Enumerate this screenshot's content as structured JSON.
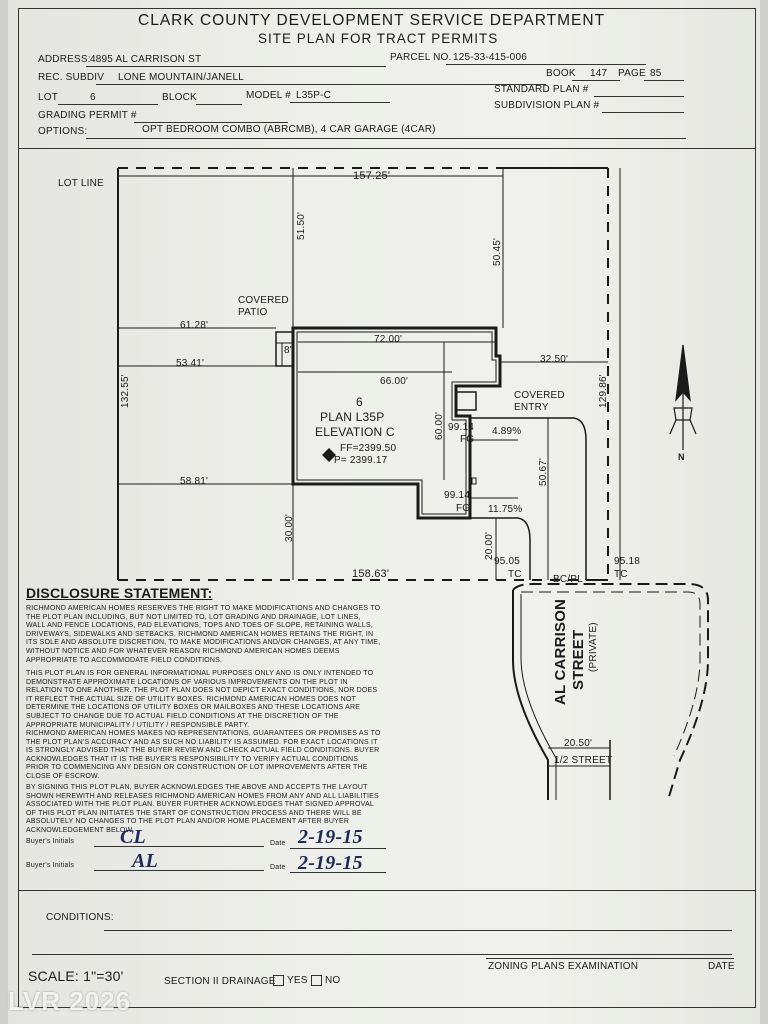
{
  "header": {
    "title_line1": "CLARK COUNTY DEVELOPMENT SERVICE DEPARTMENT",
    "title_line2": "SITE PLAN FOR TRACT PERMITS",
    "address_label": "ADDRESS:",
    "address_value": "4895 AL CARRISON ST",
    "parcel_label": "PARCEL NO.",
    "parcel_value": "125-33-415-006",
    "rec_subdiv_label": "REC. SUBDIV",
    "rec_subdiv_value": "LONE MOUNTAIN/JANELL",
    "book_label": "BOOK",
    "book_value": "147",
    "page_label": "PAGE",
    "page_value": "85",
    "lot_label": "LOT",
    "lot_value": "6",
    "block_label": "BLOCK",
    "model_label": "MODEL #",
    "model_value": "L35P-C",
    "standard_plan_label": "STANDARD PLAN #",
    "grading_permit_label": "GRADING PERMIT #",
    "subdivision_plan_label": "SUBDIVISION PLAN #",
    "options_label": "OPTIONS:",
    "options_value": "OPT BEDROOM COMBO (ABRCMB), 4 CAR GARAGE (4CAR)"
  },
  "plan": {
    "lot_line": "LOT LINE",
    "dim_top": "157.25'",
    "dim_51": "51.50'",
    "dim_50": "50.45'",
    "covered_patio": [
      "COVERED",
      "PATIO"
    ],
    "dim_61": "61.28'",
    "dim_8": "8'",
    "dim_72": "72.00'",
    "dim_53": "53.41'",
    "dim_66": "66.00'",
    "dim_32": "32.50'",
    "dim_132": "132.55'",
    "dim_129": "129.86'",
    "covered_entry": [
      "COVERED",
      "ENTRY"
    ],
    "lot_no": "6",
    "plan_name": "PLAN L35P",
    "elevation": "ELEVATION C",
    "ff": "FF=2399.50",
    "p": "P= 2399.17",
    "dim_60": "60.00'",
    "fg_upper_val": "99.14",
    "fg_upper": "FG",
    "slope_upper": "4.89%",
    "dim_58": "58.81'",
    "dim_50_67": "50.67'",
    "fg_lower_val": "99.14",
    "fg_lower": "FG",
    "slope_lower": "11.75%",
    "dim_30": "30.00'",
    "dim_20": "20.00'",
    "tc_left_val": "95.05",
    "tc_left": "TC",
    "tc_right_val": "95.18",
    "tc_right": "TC",
    "dim_bottom": "158.63'",
    "bcpl": "BC/PL",
    "street_name1": "AL CARRISON",
    "street_name2": "STREET",
    "street_private": "(PRIVATE)",
    "half_street_dim": "20.50'",
    "half_street": "1/2 STREET"
  },
  "disclosure": {
    "heading": "DISCLOSURE STATEMENT:",
    "p1": "RICHMOND AMERICAN HOMES RESERVES THE RIGHT TO MAKE MODIFICATIONS AND CHANGES TO THE PLOT PLAN INCLUDING, BUT NOT LIMITED TO, LOT GRADING AND DRAINAGE, LOT LINES, WALL AND FENCE LOCATIONS, PAD ELEVATIONS, TOPS AND TOES OF SLOPE, RETAINING WALLS, DRIVEWAYS, SIDEWALKS AND SETBACKS. RICHMOND AMERICAN HOMES RETAINS THE RIGHT, IN ITS SOLE AND ABSOLUTE DISCRETION, TO MAKE MODIFICATIONS AND/OR CHANGES, AT ANY TIME, WITHOUT NOTICE AND FOR WHATEVER REASON RICHMOND AMERICAN HOMES DEEMS APPROPRIATE TO ACCOMMODATE FIELD CONDITIONS.",
    "p2": "THIS PLOT PLAN IS FOR GENERAL INFORMATIONAL PURPOSES ONLY AND IS ONLY INTENDED TO DEMONSTRATE APPROXIMATE LOCATIONS OF VARIOUS IMPROVEMENTS ON THE PLOT IN RELATION TO ONE ANOTHER. THE PLOT PLAN DOES NOT DEPICT EXACT CONDITIONS, NOR DOES IT REFLECT THE ACTUAL SIZE OF UTILITY BOXES. RICHMOND AMERICAN HOMES DOES NOT DETERMINE THE LOCATIONS OF UTILITY BOXES OR MAILBOXES AND THESE LOCATIONS ARE SUBJECT TO CHANGE DUE TO ACTUAL FIELD CONDITIONS AT THE DISCRETION OF THE APPROPRIATE MUNICIPALITY / UTILITY / RESPONSIBLE PARTY.",
    "p3": "RICHMOND AMERICAN HOMES MAKES NO REPRESENTATIONS, GUARANTEES OR PROMISES AS TO THE PLOT PLAN'S ACCURACY AND AS SUCH NO LIABILITY IS ASSUMED. FOR EXACT LOCATIONS IT IS STRONGLY ADVISED THAT THE BUYER REVIEW AND CHECK ACTUAL FIELD CONDITIONS. BUYER ACKNOWLEDGES THAT IT IS THE BUYER'S RESPONSIBILITY TO VERIFY ACTUAL CONDITIONS PRIOR TO COMMENCING ANY DESIGN OR CONSTRUCTION OF LOT IMPROVEMENTS AFTER THE CLOSE OF ESCROW.",
    "p4": "BY SIGNING THIS PLOT PLAN, BUYER ACKNOWLEDGES THE ABOVE AND ACCEPTS THE LAYOUT SHOWN HEREWITH AND RELEASES RICHMOND AMERICAN HOMES FROM ANY AND ALL LIABILITIES ASSOCIATED WITH THE PLOT PLAN. BUYER FURTHER ACKNOWLEDGES THAT SIGNED APPROVAL OF THIS PLOT PLAN INITIATES THE START OF CONSTRUCTION PROCESS AND THERE WILL BE ABSOLUTELY NO CHANGES TO THE PLOT PLAN AND/OR HOME PLACEMENT AFTER BUYER ACKNOWLEDGEMENT BELOW.",
    "buyer_initials_label": "Buyer's Initials",
    "date_label": "Date",
    "initials1": "CL",
    "date1": "2-19-15",
    "initials2": "AL",
    "date2": "2-19-15"
  },
  "footer": {
    "conditions_label": "CONDITIONS:",
    "scale": "SCALE:  1\"=30'",
    "drainage": "SECTION II DRAINAGE",
    "yes": "YES",
    "no": "NO",
    "zoning": "ZONING PLANS EXAMINATION",
    "date": "DATE"
  },
  "north_label": "N",
  "watermark": "LVR 2026"
}
